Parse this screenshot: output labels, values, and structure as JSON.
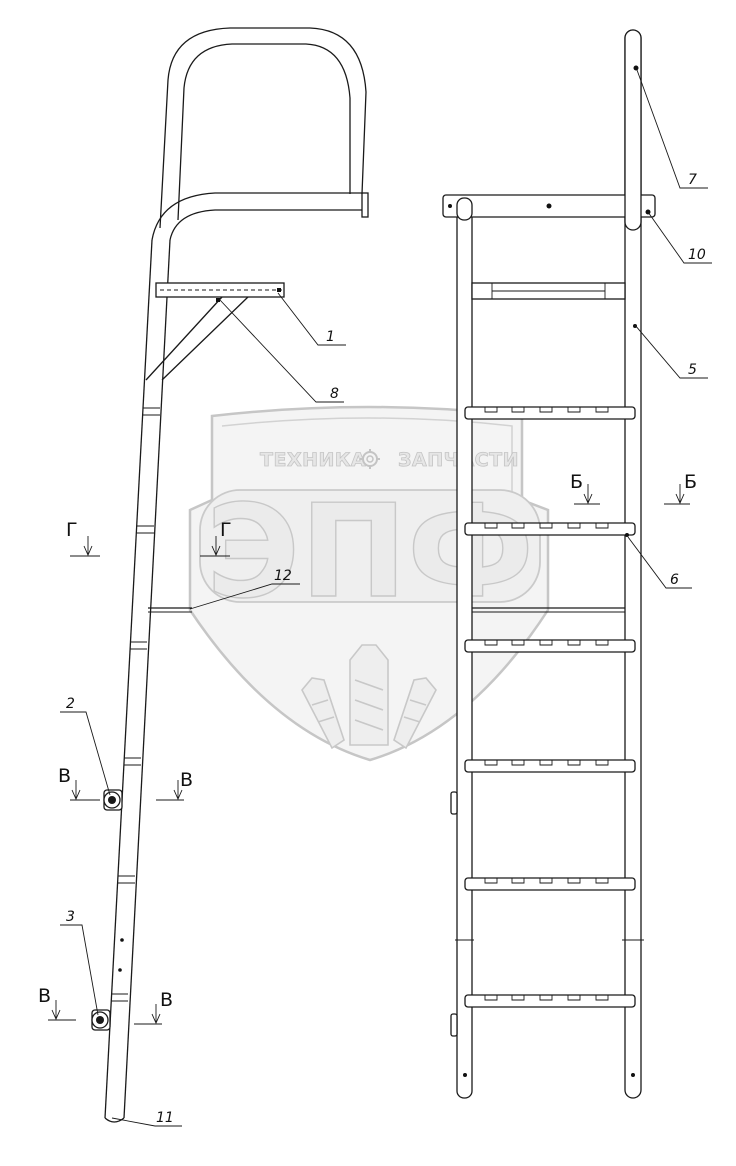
{
  "watermark": {
    "left_word": "ТЕХНИКА",
    "right_word": "ЗАПЧАСТИ",
    "logo_letters": "ЭПФ"
  },
  "callouts": [
    {
      "id": "c1",
      "label": "1"
    },
    {
      "id": "c2",
      "label": "2"
    },
    {
      "id": "c3",
      "label": "3"
    },
    {
      "id": "c5",
      "label": "5"
    },
    {
      "id": "c6",
      "label": "6"
    },
    {
      "id": "c7",
      "label": "7"
    },
    {
      "id": "c8",
      "label": "8"
    },
    {
      "id": "c10",
      "label": "10"
    },
    {
      "id": "c11",
      "label": "11"
    },
    {
      "id": "c12",
      "label": "12"
    }
  ],
  "sections": [
    {
      "id": "s1",
      "label": "Г"
    },
    {
      "id": "s2",
      "label": "Г"
    },
    {
      "id": "s3",
      "label": "В"
    },
    {
      "id": "s4",
      "label": "В"
    },
    {
      "id": "s5",
      "label": "В"
    },
    {
      "id": "s6",
      "label": "В"
    },
    {
      "id": "s7",
      "label": "Б"
    },
    {
      "id": "s8",
      "label": "Б"
    }
  ]
}
